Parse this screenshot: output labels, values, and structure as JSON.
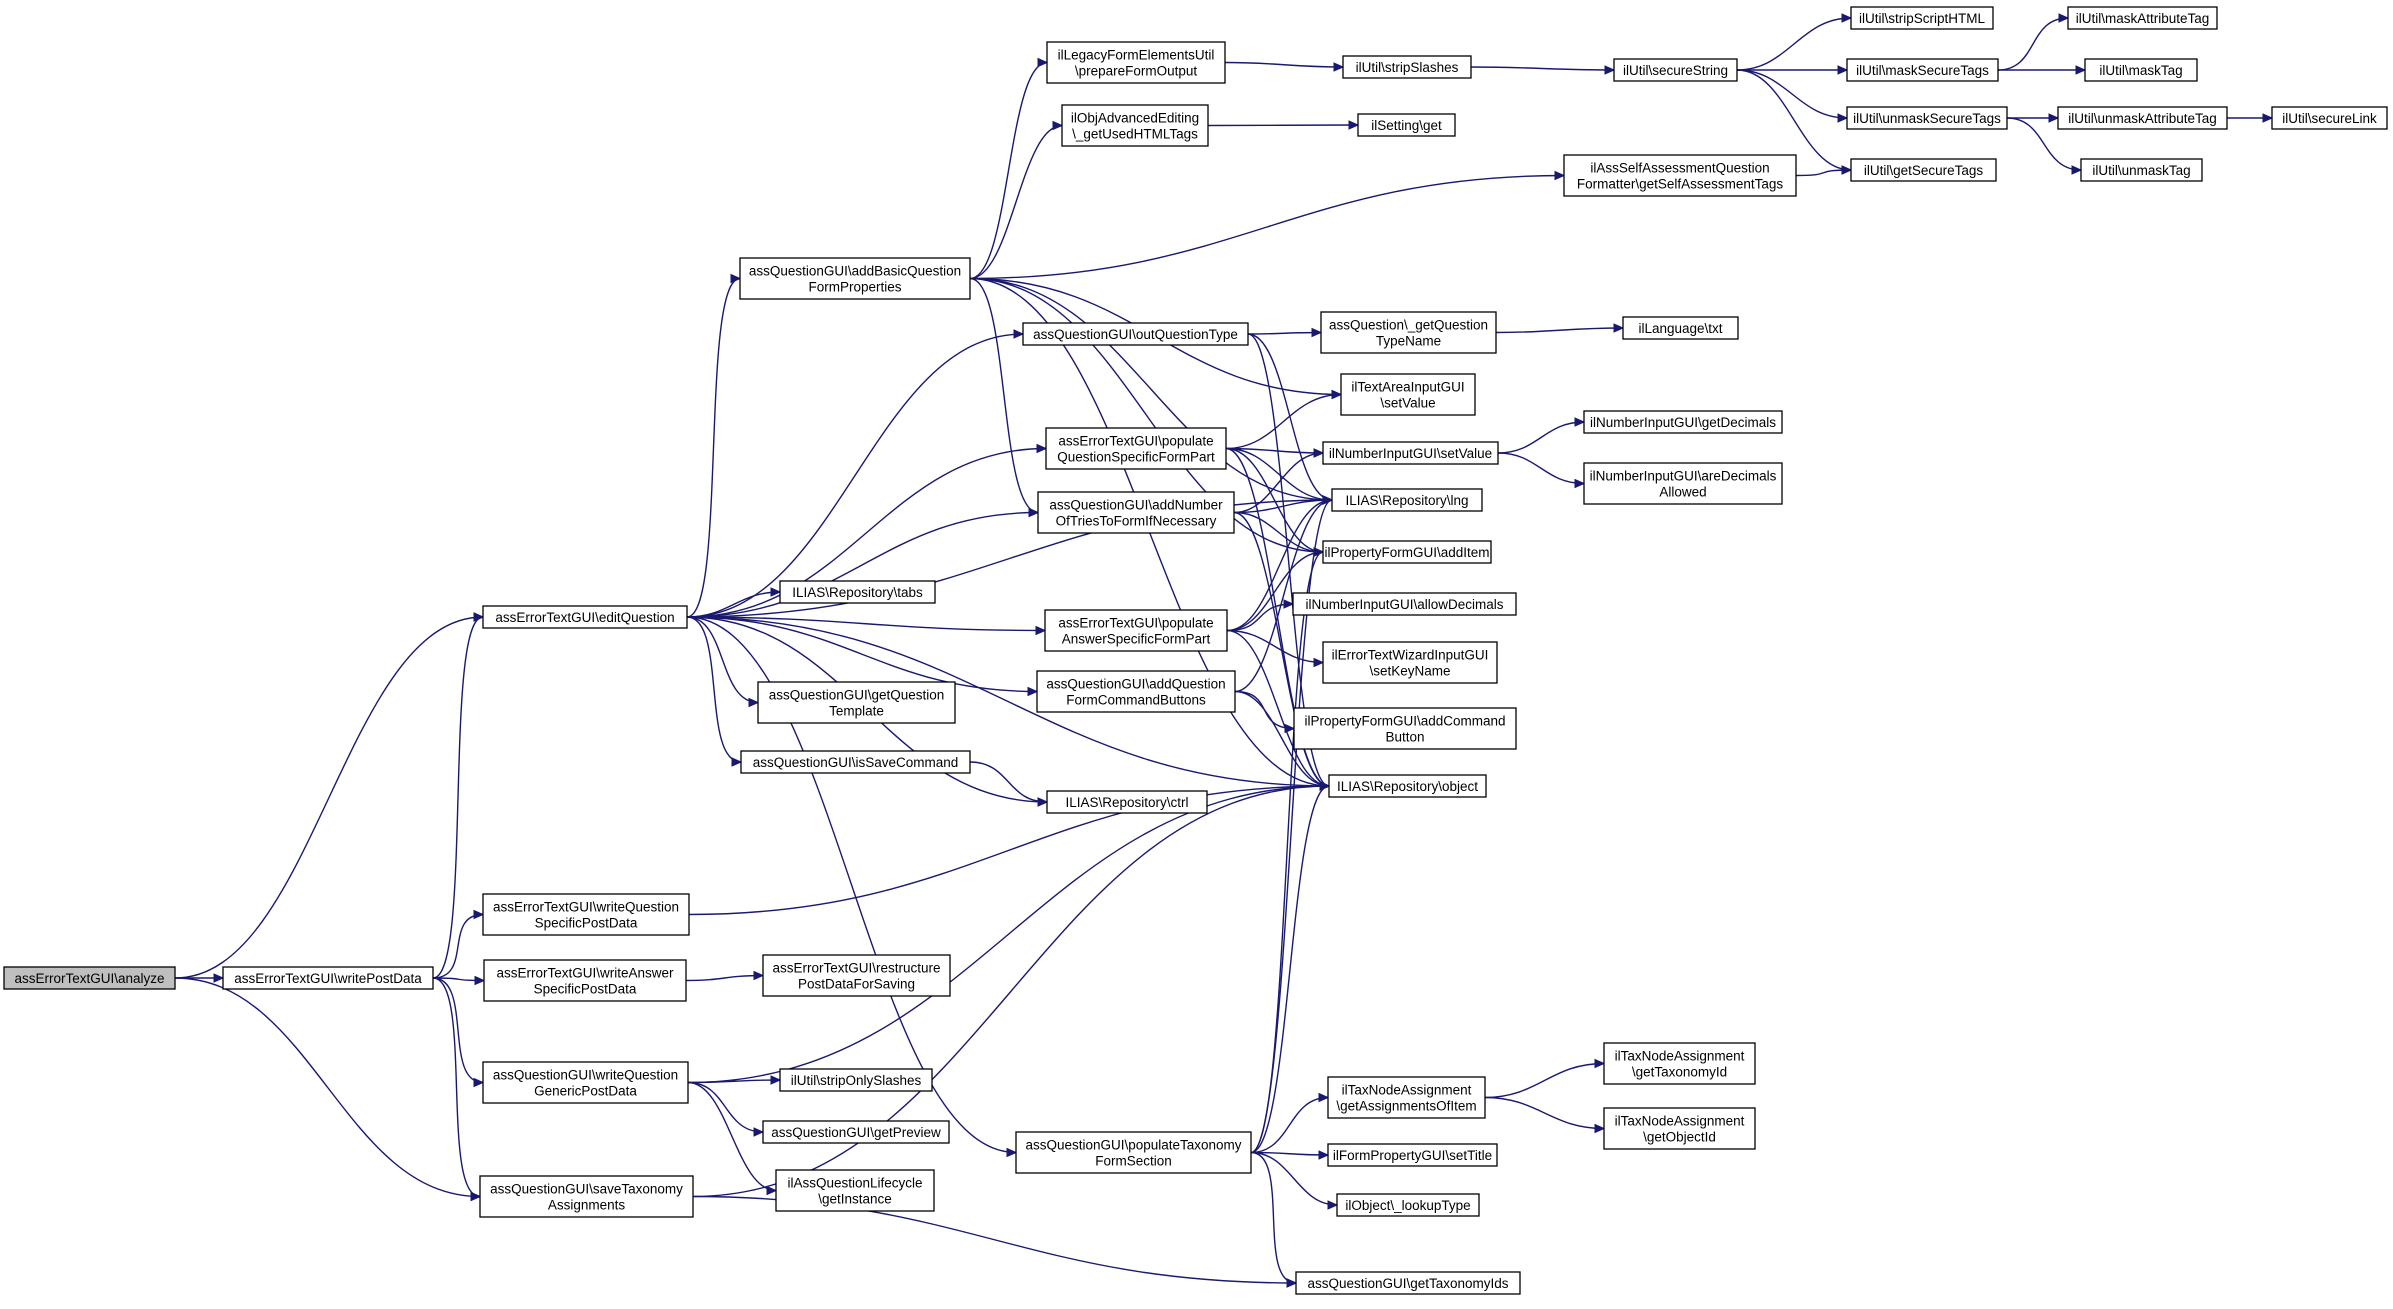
{
  "nodes": [
    {
      "id": "analyze",
      "lines": [
        "assErrorTextGUI\\analyze"
      ],
      "root": true
    },
    {
      "id": "editQuestion",
      "lines": [
        "assErrorTextGUI\\editQuestion"
      ]
    },
    {
      "id": "writePostData",
      "lines": [
        "assErrorTextGUI\\writePostData"
      ]
    },
    {
      "id": "saveTaxonomyAssignments",
      "lines": [
        "assQuestionGUI\\saveTaxonomy",
        "Assignments"
      ]
    },
    {
      "id": "addBasicQuestionFormProperties",
      "lines": [
        "assQuestionGUI\\addBasicQuestion",
        "FormProperties"
      ]
    },
    {
      "id": "outQuestionType",
      "lines": [
        "assQuestionGUI\\outQuestionType"
      ]
    },
    {
      "id": "populateQuestionSpecificFormPart",
      "lines": [
        "assErrorTextGUI\\populate",
        "QuestionSpecificFormPart"
      ]
    },
    {
      "id": "addNumberOfTriesToFormIfNecessary",
      "lines": [
        "assQuestionGUI\\addNumber",
        "OfTriesToFormIfNecessary"
      ]
    },
    {
      "id": "repoTabs",
      "lines": [
        "ILIAS\\Repository\\tabs"
      ]
    },
    {
      "id": "populateAnswerSpecificFormPart",
      "lines": [
        "assErrorTextGUI\\populate",
        "AnswerSpecificFormPart"
      ]
    },
    {
      "id": "getQuestionTemplate",
      "lines": [
        "assQuestionGUI\\getQuestion",
        "Template"
      ]
    },
    {
      "id": "addQuestionFormCommandButtons",
      "lines": [
        "assQuestionGUI\\addQuestion",
        "FormCommandButtons"
      ]
    },
    {
      "id": "isSaveCommand",
      "lines": [
        "assQuestionGUI\\isSaveCommand"
      ]
    },
    {
      "id": "repoCtrl",
      "lines": [
        "ILIAS\\Repository\\ctrl"
      ]
    },
    {
      "id": "writeQuestionSpecificPostData",
      "lines": [
        "assErrorTextGUI\\writeQuestion",
        "SpecificPostData"
      ]
    },
    {
      "id": "writeAnswerSpecificPostData",
      "lines": [
        "assErrorTextGUI\\writeAnswer",
        "SpecificPostData"
      ]
    },
    {
      "id": "restructurePostDataForSaving",
      "lines": [
        "assErrorTextGUI\\restructure",
        "PostDataForSaving"
      ]
    },
    {
      "id": "writeQuestionGenericPostData",
      "lines": [
        "assQuestionGUI\\writeQuestion",
        "GenericPostData"
      ]
    },
    {
      "id": "stripOnlySlashes",
      "lines": [
        "ilUtil\\stripOnlySlashes"
      ]
    },
    {
      "id": "getPreview",
      "lines": [
        "assQuestionGUI\\getPreview"
      ]
    },
    {
      "id": "lifecycleGetInstance",
      "lines": [
        "ilAssQuestionLifecycle",
        "\\getInstance"
      ]
    },
    {
      "id": "populateTaxonomyFormSection",
      "lines": [
        "assQuestionGUI\\populateTaxonomy",
        "FormSection"
      ]
    },
    {
      "id": "prepareFormOutput",
      "lines": [
        "ilLegacyFormElementsUtil",
        "\\prepareFormOutput"
      ]
    },
    {
      "id": "getUsedHTMLTags",
      "lines": [
        "ilObjAdvancedEditing",
        "\\_getUsedHTMLTags"
      ]
    },
    {
      "id": "stripSlashes",
      "lines": [
        "ilUtil\\stripSlashes"
      ]
    },
    {
      "id": "settingGet",
      "lines": [
        "ilSetting\\get"
      ]
    },
    {
      "id": "secureString",
      "lines": [
        "ilUtil\\secureString"
      ]
    },
    {
      "id": "stripScriptHTML",
      "lines": [
        "ilUtil\\stripScriptHTML"
      ]
    },
    {
      "id": "maskSecureTags",
      "lines": [
        "ilUtil\\maskSecureTags"
      ]
    },
    {
      "id": "unmaskSecureTags",
      "lines": [
        "ilUtil\\unmaskSecureTags"
      ]
    },
    {
      "id": "getSecureTags",
      "lines": [
        "ilUtil\\getSecureTags"
      ]
    },
    {
      "id": "maskAttributeTag",
      "lines": [
        "ilUtil\\maskAttributeTag"
      ]
    },
    {
      "id": "maskTag",
      "lines": [
        "ilUtil\\maskTag"
      ]
    },
    {
      "id": "unmaskAttributeTag",
      "lines": [
        "ilUtil\\unmaskAttributeTag"
      ]
    },
    {
      "id": "secureLink",
      "lines": [
        "ilUtil\\secureLink"
      ]
    },
    {
      "id": "unmaskTag",
      "lines": [
        "ilUtil\\unmaskTag"
      ]
    },
    {
      "id": "getSelfAssessmentTags",
      "lines": [
        "ilAssSelfAssessmentQuestion",
        "Formatter\\getSelfAssessmentTags"
      ]
    },
    {
      "id": "getQuestionTypeName",
      "lines": [
        "assQuestion\\_getQuestion",
        "TypeName"
      ]
    },
    {
      "id": "languageTxt",
      "lines": [
        "ilLanguage\\txt"
      ]
    },
    {
      "id": "textAreaSetValue",
      "lines": [
        "ilTextAreaInputGUI",
        "\\setValue"
      ]
    },
    {
      "id": "numberInputSetValue",
      "lines": [
        "ilNumberInputGUI\\setValue"
      ]
    },
    {
      "id": "getDecimals",
      "lines": [
        "ilNumberInputGUI\\getDecimals"
      ]
    },
    {
      "id": "areDecimalsAllowed",
      "lines": [
        "ilNumberInputGUI\\areDecimals",
        "Allowed"
      ]
    },
    {
      "id": "repoLng",
      "lines": [
        "ILIAS\\Repository\\lng"
      ]
    },
    {
      "id": "addItem",
      "lines": [
        "ilPropertyFormGUI\\addItem"
      ]
    },
    {
      "id": "allowDecimals",
      "lines": [
        "ilNumberInputGUI\\allowDecimals"
      ]
    },
    {
      "id": "setKeyName",
      "lines": [
        "ilErrorTextWizardInputGUI",
        "\\setKeyName"
      ]
    },
    {
      "id": "addCommandButton",
      "lines": [
        "ilPropertyFormGUI\\addCommand",
        "Button"
      ]
    },
    {
      "id": "repoObject",
      "lines": [
        "ILIAS\\Repository\\object"
      ]
    },
    {
      "id": "getAssignmentsOfItem",
      "lines": [
        "ilTaxNodeAssignment",
        "\\getAssignmentsOfItem"
      ]
    },
    {
      "id": "getTaxonomyId",
      "lines": [
        "ilTaxNodeAssignment",
        "\\getTaxonomyId"
      ]
    },
    {
      "id": "getObjectId",
      "lines": [
        "ilTaxNodeAssignment",
        "\\getObjectId"
      ]
    },
    {
      "id": "setTitle",
      "lines": [
        "ilFormPropertyGUI\\setTitle"
      ]
    },
    {
      "id": "lookupType",
      "lines": [
        "ilObject\\_lookupType"
      ]
    },
    {
      "id": "getTaxonomyIds",
      "lines": [
        "assQuestionGUI\\getTaxonomyIds"
      ]
    }
  ],
  "edges": [
    [
      "analyze",
      "editQuestion"
    ],
    [
      "analyze",
      "writePostData"
    ],
    [
      "analyze",
      "saveTaxonomyAssignments"
    ],
    [
      "writePostData",
      "editQuestion"
    ],
    [
      "writePostData",
      "writeQuestionSpecificPostData"
    ],
    [
      "writePostData",
      "writeAnswerSpecificPostData"
    ],
    [
      "writePostData",
      "writeQuestionGenericPostData"
    ],
    [
      "writePostData",
      "saveTaxonomyAssignments"
    ],
    [
      "editQuestion",
      "addBasicQuestionFormProperties"
    ],
    [
      "editQuestion",
      "outQuestionType"
    ],
    [
      "editQuestion",
      "populateQuestionSpecificFormPart"
    ],
    [
      "editQuestion",
      "addNumberOfTriesToFormIfNecessary"
    ],
    [
      "editQuestion",
      "repoTabs"
    ],
    [
      "editQuestion",
      "populateAnswerSpecificFormPart"
    ],
    [
      "editQuestion",
      "getQuestionTemplate"
    ],
    [
      "editQuestion",
      "addQuestionFormCommandButtons"
    ],
    [
      "editQuestion",
      "isSaveCommand"
    ],
    [
      "editQuestion",
      "repoCtrl"
    ],
    [
      "editQuestion",
      "repoLng"
    ],
    [
      "editQuestion",
      "repoObject"
    ],
    [
      "editQuestion",
      "populateTaxonomyFormSection"
    ],
    [
      "addBasicQuestionFormProperties",
      "prepareFormOutput"
    ],
    [
      "addBasicQuestionFormProperties",
      "getUsedHTMLTags"
    ],
    [
      "addBasicQuestionFormProperties",
      "getSelfAssessmentTags"
    ],
    [
      "addBasicQuestionFormProperties",
      "textAreaSetValue"
    ],
    [
      "addBasicQuestionFormProperties",
      "repoLng"
    ],
    [
      "addBasicQuestionFormProperties",
      "addItem"
    ],
    [
      "addBasicQuestionFormProperties",
      "repoObject"
    ],
    [
      "addBasicQuestionFormProperties",
      "addNumberOfTriesToFormIfNecessary"
    ],
    [
      "prepareFormOutput",
      "stripSlashes"
    ],
    [
      "stripSlashes",
      "secureString"
    ],
    [
      "secureString",
      "stripScriptHTML"
    ],
    [
      "secureString",
      "maskSecureTags"
    ],
    [
      "secureString",
      "unmaskSecureTags"
    ],
    [
      "secureString",
      "getSecureTags"
    ],
    [
      "maskSecureTags",
      "maskAttributeTag"
    ],
    [
      "maskSecureTags",
      "maskTag"
    ],
    [
      "unmaskSecureTags",
      "unmaskAttributeTag"
    ],
    [
      "unmaskSecureTags",
      "unmaskTag"
    ],
    [
      "unmaskAttributeTag",
      "secureLink"
    ],
    [
      "getUsedHTMLTags",
      "settingGet"
    ],
    [
      "getSelfAssessmentTags",
      "getSecureTags"
    ],
    [
      "outQuestionType",
      "getQuestionTypeName"
    ],
    [
      "outQuestionType",
      "repoLng"
    ],
    [
      "outQuestionType",
      "repoObject"
    ],
    [
      "getQuestionTypeName",
      "languageTxt"
    ],
    [
      "populateQuestionSpecificFormPart",
      "textAreaSetValue"
    ],
    [
      "populateQuestionSpecificFormPart",
      "numberInputSetValue"
    ],
    [
      "populateQuestionSpecificFormPart",
      "repoLng"
    ],
    [
      "populateQuestionSpecificFormPart",
      "addItem"
    ],
    [
      "populateQuestionSpecificFormPart",
      "repoObject"
    ],
    [
      "numberInputSetValue",
      "getDecimals"
    ],
    [
      "numberInputSetValue",
      "areDecimalsAllowed"
    ],
    [
      "addNumberOfTriesToFormIfNecessary",
      "numberInputSetValue"
    ],
    [
      "addNumberOfTriesToFormIfNecessary",
      "repoLng"
    ],
    [
      "addNumberOfTriesToFormIfNecessary",
      "addItem"
    ],
    [
      "addNumberOfTriesToFormIfNecessary",
      "repoObject"
    ],
    [
      "populateAnswerSpecificFormPart",
      "repoLng"
    ],
    [
      "populateAnswerSpecificFormPart",
      "addItem"
    ],
    [
      "populateAnswerSpecificFormPart",
      "allowDecimals"
    ],
    [
      "populateAnswerSpecificFormPart",
      "setKeyName"
    ],
    [
      "populateAnswerSpecificFormPart",
      "repoObject"
    ],
    [
      "addQuestionFormCommandButtons",
      "repoLng"
    ],
    [
      "addQuestionFormCommandButtons",
      "addCommandButton"
    ],
    [
      "addQuestionFormCommandButtons",
      "repoObject"
    ],
    [
      "isSaveCommand",
      "repoCtrl"
    ],
    [
      "writeQuestionSpecificPostData",
      "repoObject"
    ],
    [
      "writeAnswerSpecificPostData",
      "restructurePostDataForSaving"
    ],
    [
      "writeQuestionGenericPostData",
      "stripOnlySlashes"
    ],
    [
      "writeQuestionGenericPostData",
      "getPreview"
    ],
    [
      "writeQuestionGenericPostData",
      "lifecycleGetInstance"
    ],
    [
      "writeQuestionGenericPostData",
      "repoObject"
    ],
    [
      "saveTaxonomyAssignments",
      "repoObject"
    ],
    [
      "saveTaxonomyAssignments",
      "getTaxonomyIds"
    ],
    [
      "populateTaxonomyFormSection",
      "getAssignmentsOfItem"
    ],
    [
      "populateTaxonomyFormSection",
      "setTitle"
    ],
    [
      "populateTaxonomyFormSection",
      "lookupType"
    ],
    [
      "populateTaxonomyFormSection",
      "getTaxonomyIds"
    ],
    [
      "populateTaxonomyFormSection",
      "repoLng"
    ],
    [
      "populateTaxonomyFormSection",
      "addItem"
    ],
    [
      "populateTaxonomyFormSection",
      "repoObject"
    ],
    [
      "getAssignmentsOfItem",
      "getTaxonomyId"
    ],
    [
      "getAssignmentsOfItem",
      "getObjectId"
    ]
  ]
}
